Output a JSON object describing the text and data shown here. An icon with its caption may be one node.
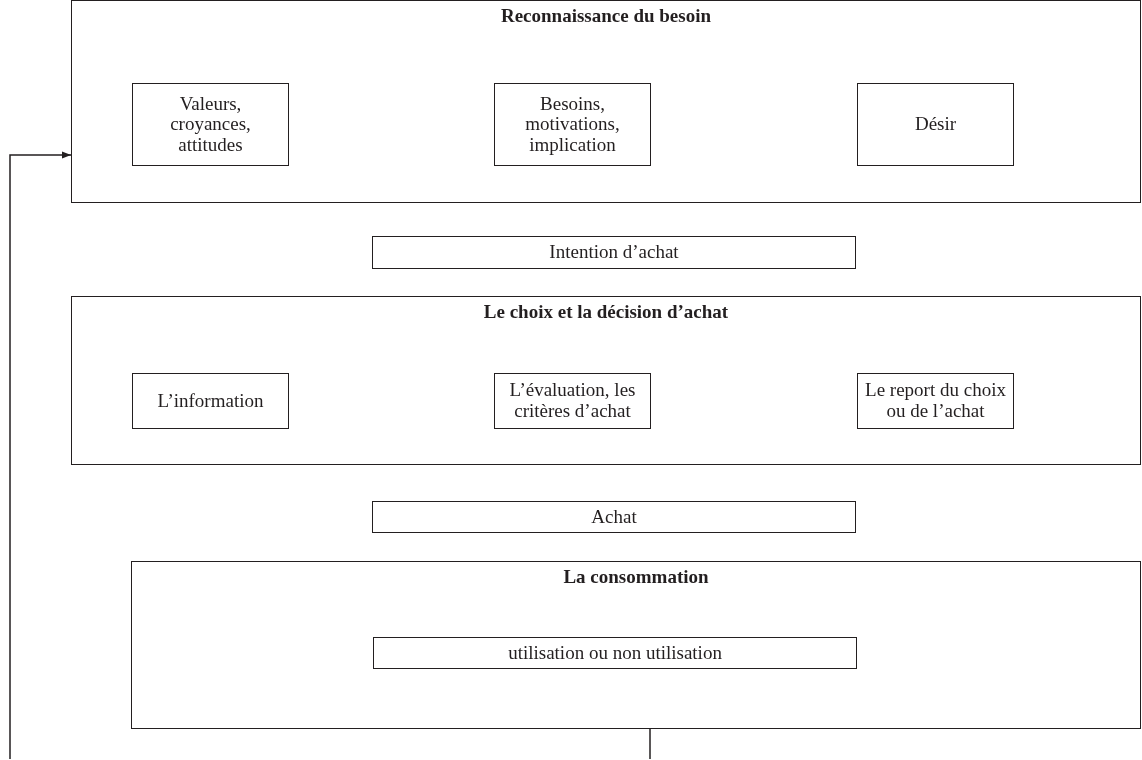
{
  "diagram": {
    "nodes": [
      {
        "text": [
          "Reconnaissance du besoin"
        ]
      },
      {
        "text": [
          "Valeurs, croyances, attitudes"
        ],
        "in": 0
      },
      {
        "text": [
          "Besoins, motivations, implication"
        ],
        "in": 0
      },
      {
        "text": [
          "Désir"
        ],
        "in": 0
      },
      {
        "text": [
          "Intention d’achat"
        ]
      },
      {
        "text": [
          "Le choix et la décision d’achat"
        ]
      },
      {
        "text": [
          "L’information"
        ],
        "in": 5
      },
      {
        "text": [
          "L’évaluation, les critères d’achat"
        ],
        "in": 5
      },
      {
        "text": [
          "Le report du choix ou de l’achat"
        ],
        "in": 5
      },
      {
        "text": [
          "Achat"
        ]
      },
      {
        "text": [
          "La consommation"
        ]
      },
      {
        "text": [
          "utilisation ou non utilisation"
        ],
        "in": 10
      }
    ],
    "edges": [
      {
        "from": null,
        "to": 0,
        "arrow": "to"
      },
      {
        "from": 10,
        "to": null,
        "arrow": "none"
      }
    ]
  }
}
